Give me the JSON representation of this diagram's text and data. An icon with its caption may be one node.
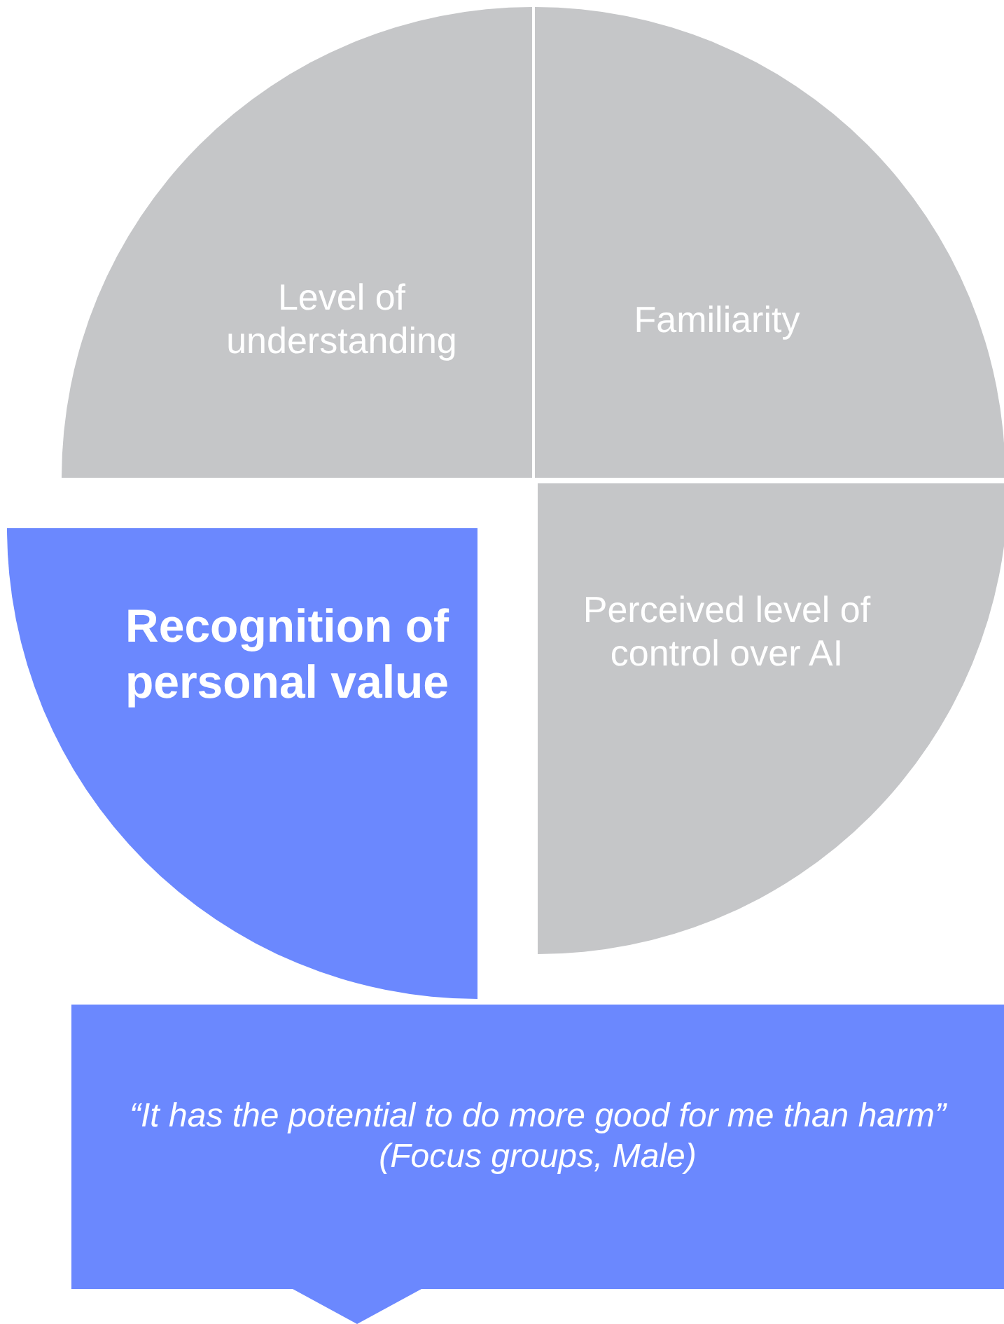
{
  "diagram": {
    "nodes": [
      {
        "text": [
          "Level of understanding"
        ]
      },
      {
        "text": [
          "Familiarity"
        ]
      },
      {
        "text": [
          "Recognition of personal value"
        ]
      },
      {
        "text": [
          "Perceived level of control over AI"
        ]
      },
      {
        "text": [
          "“It has the potential to do more good for me than harm” (Focus groups, Male)"
        ]
      }
    ]
  }
}
